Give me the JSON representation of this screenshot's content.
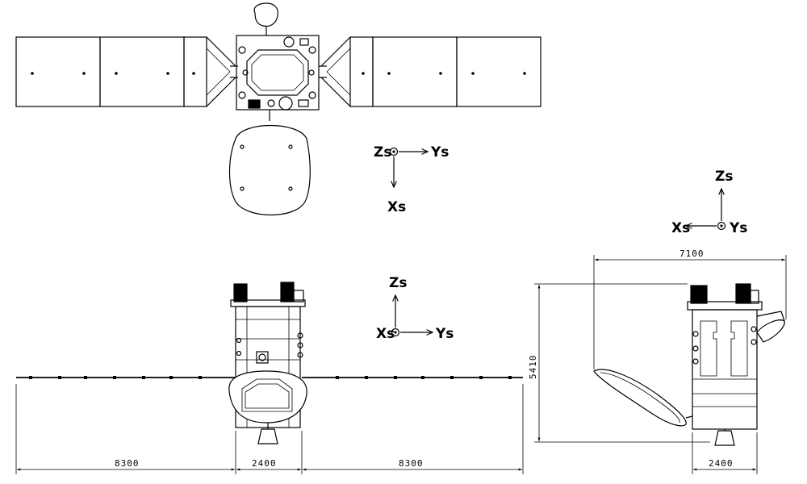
{
  "top_view_axes": {
    "z": "Zs",
    "y": "Ys",
    "x": "Xs"
  },
  "front_view_axes": {
    "z": "Zs",
    "x": "Xs",
    "y": "Ys"
  },
  "side_view_axes": {
    "z": "Zs",
    "x": "Xs",
    "y": "Ys"
  },
  "front_view_dimensions": {
    "left_span": "8300",
    "body_width": "2400",
    "right_span": "8300"
  },
  "side_view_dimensions": {
    "width": "7100",
    "height": "5410",
    "body_width": "2400"
  }
}
